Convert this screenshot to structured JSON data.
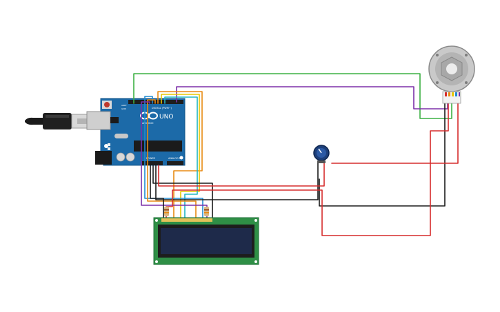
{
  "board": {
    "brand_text": "UNO",
    "logo_text": "ARDUINO",
    "digital_label": "DIGITAL (PWM~)",
    "power_label": "POWER",
    "analog_label": "ANALOG IN",
    "aref_label": "AREF",
    "gnd_label": "GND",
    "color": "#1c6aa8"
  },
  "wires": {
    "red": "#d62b2b",
    "black": "#1a1a1a",
    "green": "#3cb043",
    "purple": "#7b2fa8",
    "orange": "#e88a12",
    "yellow": "#e6c700",
    "blue": "#1f8ad1",
    "cyan": "#21b5c4"
  },
  "lcd": {
    "pcb_color": "#2f8f46",
    "screen_color": "#1e2a4a"
  },
  "potentiometer": {
    "color": "#1d3f7a"
  },
  "motor": {
    "color": "#c9c9c9"
  }
}
